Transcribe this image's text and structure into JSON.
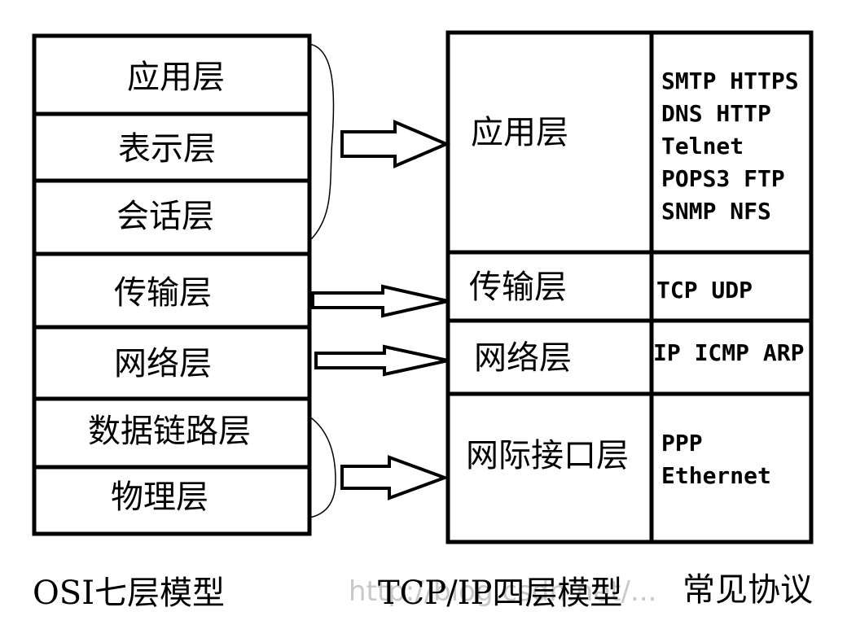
{
  "osi_model": {
    "layers": [
      "应用层",
      "表示层",
      "会话层",
      "传输层",
      "网络层",
      "数据链路层",
      "物理层"
    ],
    "caption": "OSI七层模型"
  },
  "tcpip_model": {
    "layers": [
      "应用层",
      "传输层",
      "网络层",
      "网际接口层"
    ],
    "caption": "TCP/IP四层模型"
  },
  "protocols": {
    "application": [
      "SMTP HTTPS",
      "DNS HTTP",
      "Telnet",
      "POPS3 FTP",
      "SNMP NFS"
    ],
    "transport": [
      "TCP UDP"
    ],
    "network": [
      "IP ICMP ARP"
    ],
    "interface": [
      "PPP",
      "Ethernet"
    ],
    "caption": "常见协议"
  },
  "watermark": "http://blog.csdn.net/..."
}
